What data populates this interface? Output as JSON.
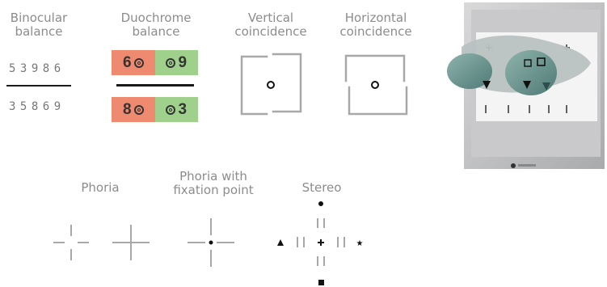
{
  "labels": {
    "binocular": "Binocular\nbalance",
    "duochrome": "Duochrome\nbalance",
    "vertical": "Vertical\ncoincidence",
    "horizontal": "Horizontal\ncoincidence",
    "phoria": "Phoria",
    "phoria_fix": "Phoria with\nfixation point",
    "stereo": "Stereo"
  },
  "binocular": {
    "top_digits": "53986",
    "bottom_digits": "35869"
  },
  "duochrome": {
    "top": {
      "left": "6",
      "right": "9"
    },
    "bottom": {
      "left": "8",
      "right": "3"
    }
  },
  "colors": {
    "red": "#ee8a70",
    "green": "#9fd18d",
    "line_gray": "#a8a8a8"
  }
}
